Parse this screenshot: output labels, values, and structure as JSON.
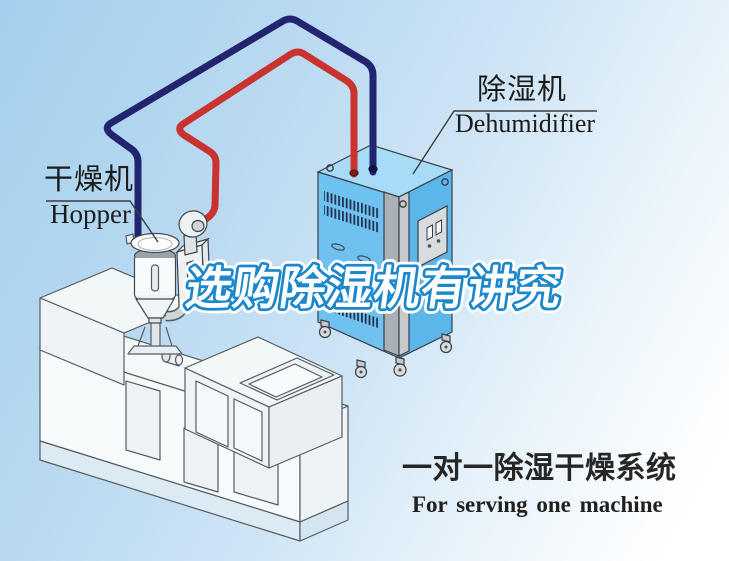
{
  "banner": {
    "headline": "选购除湿机有讲究",
    "equipment_labels": {
      "dryer_zh": "干燥机",
      "dryer_en": "Hopper",
      "dehumidifier_zh": "除湿机",
      "dehumidifier_en": "Dehumidifier"
    },
    "caption_zh": "一对一除湿干燥系统",
    "caption_en": "For serving one machine",
    "colors": {
      "sky_top": "#a3d0ed",
      "sky_bottom": "#ffffff",
      "hot_air_pipe": "#c9322f",
      "return_air_pipe": "#232470",
      "dehumidifier_top": "#a7dbf8",
      "dehumidifier_front": "#6fc2f0",
      "dehumidifier_side": "#5cb6ea",
      "headline_fill": "#ffffff",
      "headline_outline": "#1d87cc",
      "label_text": "#1c1c1c",
      "caption_text": "#262626"
    }
  }
}
